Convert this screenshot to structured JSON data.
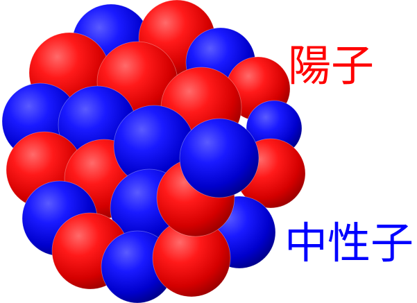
{
  "labels": {
    "proton": "陽子",
    "neutron": "中性子"
  },
  "colors": {
    "proton": "#ff0000",
    "neutron": "#0000ff",
    "background": "#ffffff"
  },
  "particles": {
    "proton_color_key": "proton",
    "neutron_color_key": "neutron"
  }
}
